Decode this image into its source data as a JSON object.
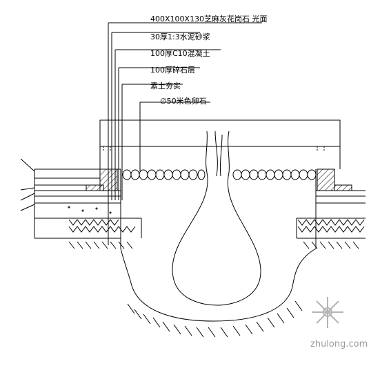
{
  "callouts": [
    {
      "text": "400X100X130芝麻灰花岗石 光面"
    },
    {
      "text": "30厚1:3水泥砂浆"
    },
    {
      "text": "100厚C10混凝土"
    },
    {
      "text": "100厚碎石层"
    },
    {
      "text": "素土夯实"
    },
    {
      "text": "∅50米色卵石"
    }
  ],
  "watermark": {
    "text": "zhulong.com",
    "logo": "zhulong-snowflake-logo"
  },
  "colors": {
    "line": "#000000",
    "background": "#ffffff",
    "watermark": "#9a9a9a"
  }
}
